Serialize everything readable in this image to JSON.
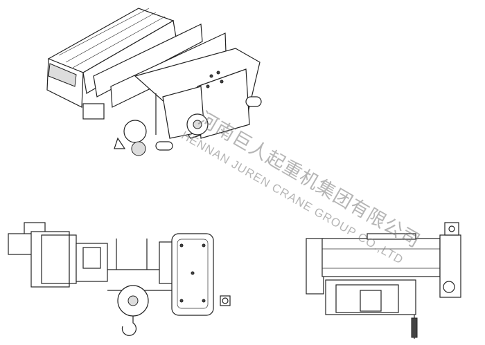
{
  "watermark": {
    "company_cn": "河南巨人起重机集团有限公司",
    "company_en": "HENNAN JUREN CRANE GROUP CO.,LTD",
    "color": "#888888"
  },
  "views": [
    "isometric-view",
    "side-view",
    "end-view"
  ]
}
